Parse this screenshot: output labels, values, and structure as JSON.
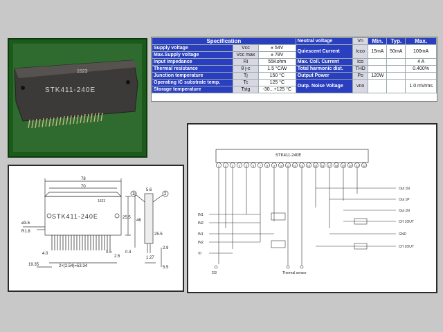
{
  "photo": {
    "date_code": "1523",
    "marking": "STK411-240E"
  },
  "spec": {
    "title": "Specification",
    "col_min": "Min.",
    "col_typ": "Typ.",
    "col_max": "Max.",
    "left_rows": [
      {
        "label": "Supply voltage",
        "symbol": "Vcc",
        "value": "± 54V"
      },
      {
        "label": "Max.Supply voltage",
        "symbol": "Vcc max",
        "value": "± 78V"
      },
      {
        "label": "Input impedance",
        "symbol": "Ri",
        "value": "55Kohm"
      },
      {
        "label": "Thermal resistance",
        "symbol": "θ j-c",
        "value": "1.5 °C/W"
      },
      {
        "label": "Junction temperature",
        "symbol": "Tj",
        "value": "150 °C"
      },
      {
        "label": "Operating IC substrate temp.",
        "symbol": "Tc",
        "value": "125 °C"
      },
      {
        "label": "Storage temperature",
        "symbol": "Tstg",
        "value": "-30...+125 °C"
      }
    ],
    "right_rows": [
      {
        "label": "Neutral voltage",
        "symbol": "Vn",
        "min": "",
        "typ": "",
        "max": ""
      },
      {
        "label": "Quiescent Current",
        "symbol": "Icco",
        "min": "15mA",
        "typ": "50mA",
        "max": "100mA"
      },
      {
        "label": "Max. Coll. Current",
        "symbol": "Ico",
        "min": "",
        "typ": "",
        "max": "4 A"
      },
      {
        "label": "Total harmonic dist.",
        "symbol": "THD",
        "min": "",
        "typ": "",
        "max": "0.400%"
      },
      {
        "label": "Output Power",
        "symbol": "Po",
        "min": "120W",
        "typ": "",
        "max": ""
      },
      {
        "label": "Outp. Noise Voltage",
        "symbol": "vno",
        "min": "",
        "typ": "",
        "max": "1.0 mVrms"
      }
    ]
  },
  "dims": {
    "marking": "STK411-240E",
    "date_code": "1523",
    "dim_top": "78",
    "dim_top2": "70",
    "dim_left": "ø3.6",
    "dim_left2": "R1.8",
    "dim_h1": "25.5",
    "dim_h2": "46",
    "dim_side": "25.5",
    "dim_side2": "5.6",
    "dim_pitch": "2×(2.54)=53.34",
    "dim_pin_len": "4.0",
    "dim_low": "19.35",
    "dim_r": "2.5",
    "dim_pin_w": "0.5",
    "dim_pin_w2": "0.4",
    "dim_2_9": "2.9",
    "dim_5_5": "5.5",
    "dim_1_27": "1.27",
    "callout_1": "1",
    "callout_2": "2"
  },
  "schem": {
    "chip_label": "STK411-240E",
    "pins": [
      "1",
      "2",
      "3",
      "4",
      "5",
      "6",
      "7",
      "8",
      "9",
      "10",
      "11",
      "12",
      "13",
      "14",
      "15",
      "16",
      "17",
      "18",
      "19",
      "20",
      "21",
      "22"
    ],
    "in_labels": [
      "IN1",
      "IN2",
      "IN1",
      "IN2",
      "VI"
    ],
    "out_labels": [
      "Out 1N",
      "Out 1P",
      "Out 1N",
      "CH 1OUT",
      "GND",
      "CH 2OUT"
    ],
    "bottom_labels": [
      "2/3",
      "Thermal sensor"
    ]
  },
  "colors": {
    "spec_header": "#2a3fbf",
    "panel_green": "#1c5a1c",
    "chip_body": "#3c3a38"
  }
}
